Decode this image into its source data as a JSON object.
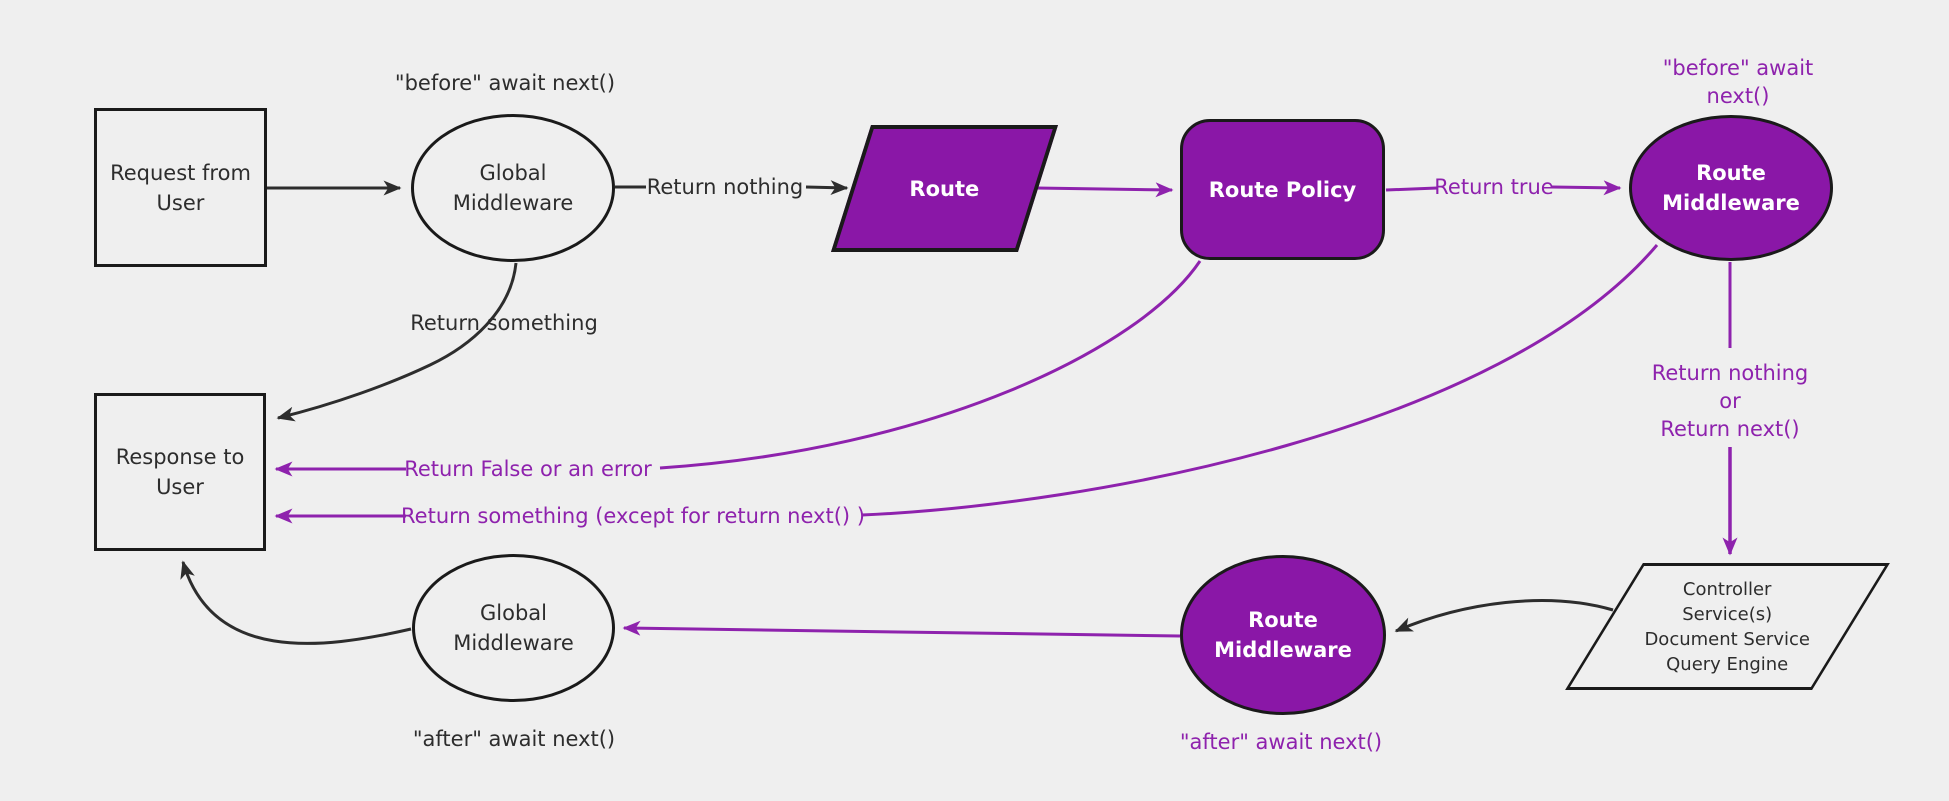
{
  "diagram": {
    "background_color": "#efefef",
    "colors": {
      "purple_shape_fill": "#8a17a7",
      "purple_line_and_text": "#8e22ad",
      "black_line_and_text": "#2d2d2d",
      "shape_border": "#1a1a1a",
      "shape_label_text": "#ffffff"
    }
  },
  "nodes": {
    "request_from_user": "Request from\nUser",
    "global_middleware_top": "Global\nMiddleware",
    "route": "Route",
    "route_policy": "Route Policy",
    "route_middleware_top": "Route\nMiddleware",
    "controller_stack": "Controller\nService(s)\nDocument Service\nQuery Engine",
    "route_middleware_bottom": "Route\nMiddleware",
    "global_middleware_bottom": "Global\nMiddleware",
    "response_to_user": "Response to\nUser"
  },
  "edge_labels": {
    "before_await_next_black": "\"before\" await next()",
    "return_nothing": "Return nothing",
    "return_something": "Return something",
    "before_await_next_purple": "\"before\" await next()",
    "return_true": "Return true",
    "return_nothing_or_next": "Return nothing\nor\nReturn next()",
    "return_false_or_error": "Return False or an error",
    "return_something_except": "Return something (except for return next() )",
    "after_await_next_purple": "\"after\" await next()",
    "after_await_next_black": "\"after\" await next()"
  }
}
